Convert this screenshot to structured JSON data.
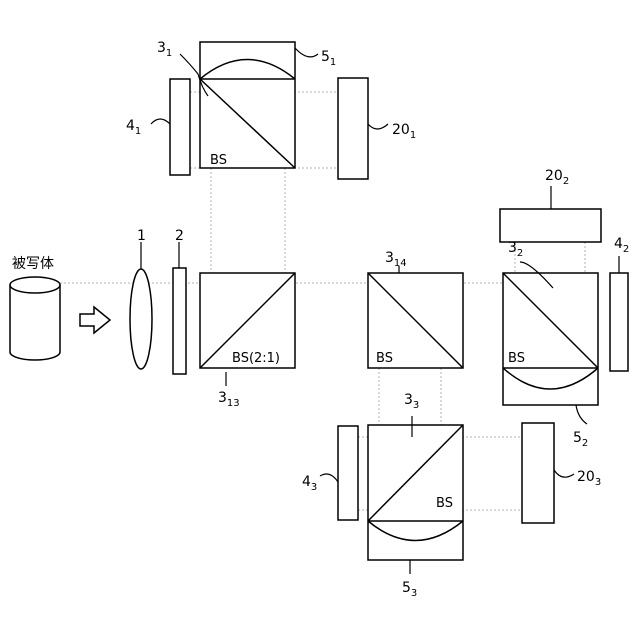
{
  "labels": {
    "subject": "被写体",
    "lens": "1",
    "filter": "2",
    "prism_3_1": {
      "main": "3",
      "sub": "1"
    },
    "prism_3_2": {
      "main": "3",
      "sub": "2"
    },
    "prism_3_3": {
      "main": "3",
      "sub": "3"
    },
    "prism_3_13": {
      "main": "3",
      "sub": "13"
    },
    "prism_3_14": {
      "main": "3",
      "sub": "14"
    },
    "block_4_1": {
      "main": "4",
      "sub": "1"
    },
    "block_4_2": {
      "main": "4",
      "sub": "2"
    },
    "block_4_3": {
      "main": "4",
      "sub": "3"
    },
    "lens_5_1": {
      "main": "5",
      "sub": "1"
    },
    "lens_5_2": {
      "main": "5",
      "sub": "2"
    },
    "lens_5_3": {
      "main": "5",
      "sub": "3"
    },
    "sensor_20_1": {
      "main": "20",
      "sub": "1"
    },
    "sensor_20_2": {
      "main": "20",
      "sub": "2"
    },
    "sensor_20_3": {
      "main": "20",
      "sub": "3"
    },
    "bs_top": "BS",
    "bs_main": "BS(2:1)",
    "bs_middle": "BS",
    "bs_right": "BS",
    "bs_bottom": "BS"
  },
  "icons": {
    "arrow": "hollow-right-arrow-icon",
    "subject": "cylinder-icon"
  }
}
